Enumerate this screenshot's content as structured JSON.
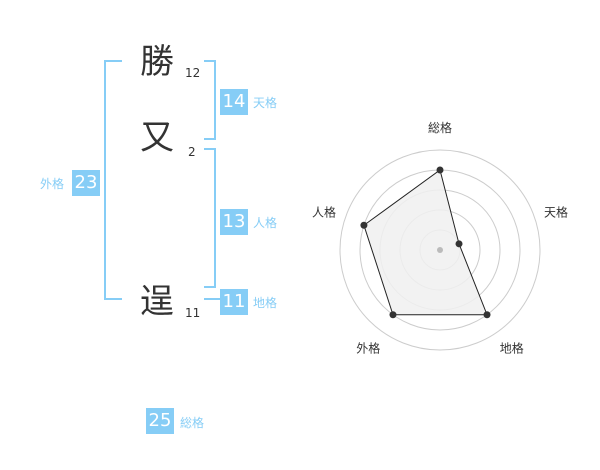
{
  "name": {
    "chars": [
      {
        "char": "勝",
        "strokes": "12"
      },
      {
        "char": "又",
        "strokes": "2"
      },
      {
        "char": "逞",
        "strokes": "11"
      }
    ]
  },
  "kaku": {
    "tenkaku": {
      "value": "14",
      "label": "天格"
    },
    "jinkaku": {
      "value": "13",
      "label": "人格"
    },
    "chikaku": {
      "value": "11",
      "label": "地格"
    },
    "gaikaku": {
      "value": "23",
      "label": "外格"
    },
    "soukaku": {
      "value": "25",
      "label": "総格"
    }
  },
  "colors": {
    "accent": "#86cdf6",
    "text": "#333333",
    "grid": "#cccccc",
    "fill": "#f0f0f0"
  },
  "chart_data": {
    "type": "radar",
    "categories": [
      "総格",
      "天格",
      "地格",
      "外格",
      "人格"
    ],
    "values": [
      4,
      1,
      4,
      4,
      4
    ],
    "range": [
      0,
      5
    ],
    "rings": 5
  }
}
